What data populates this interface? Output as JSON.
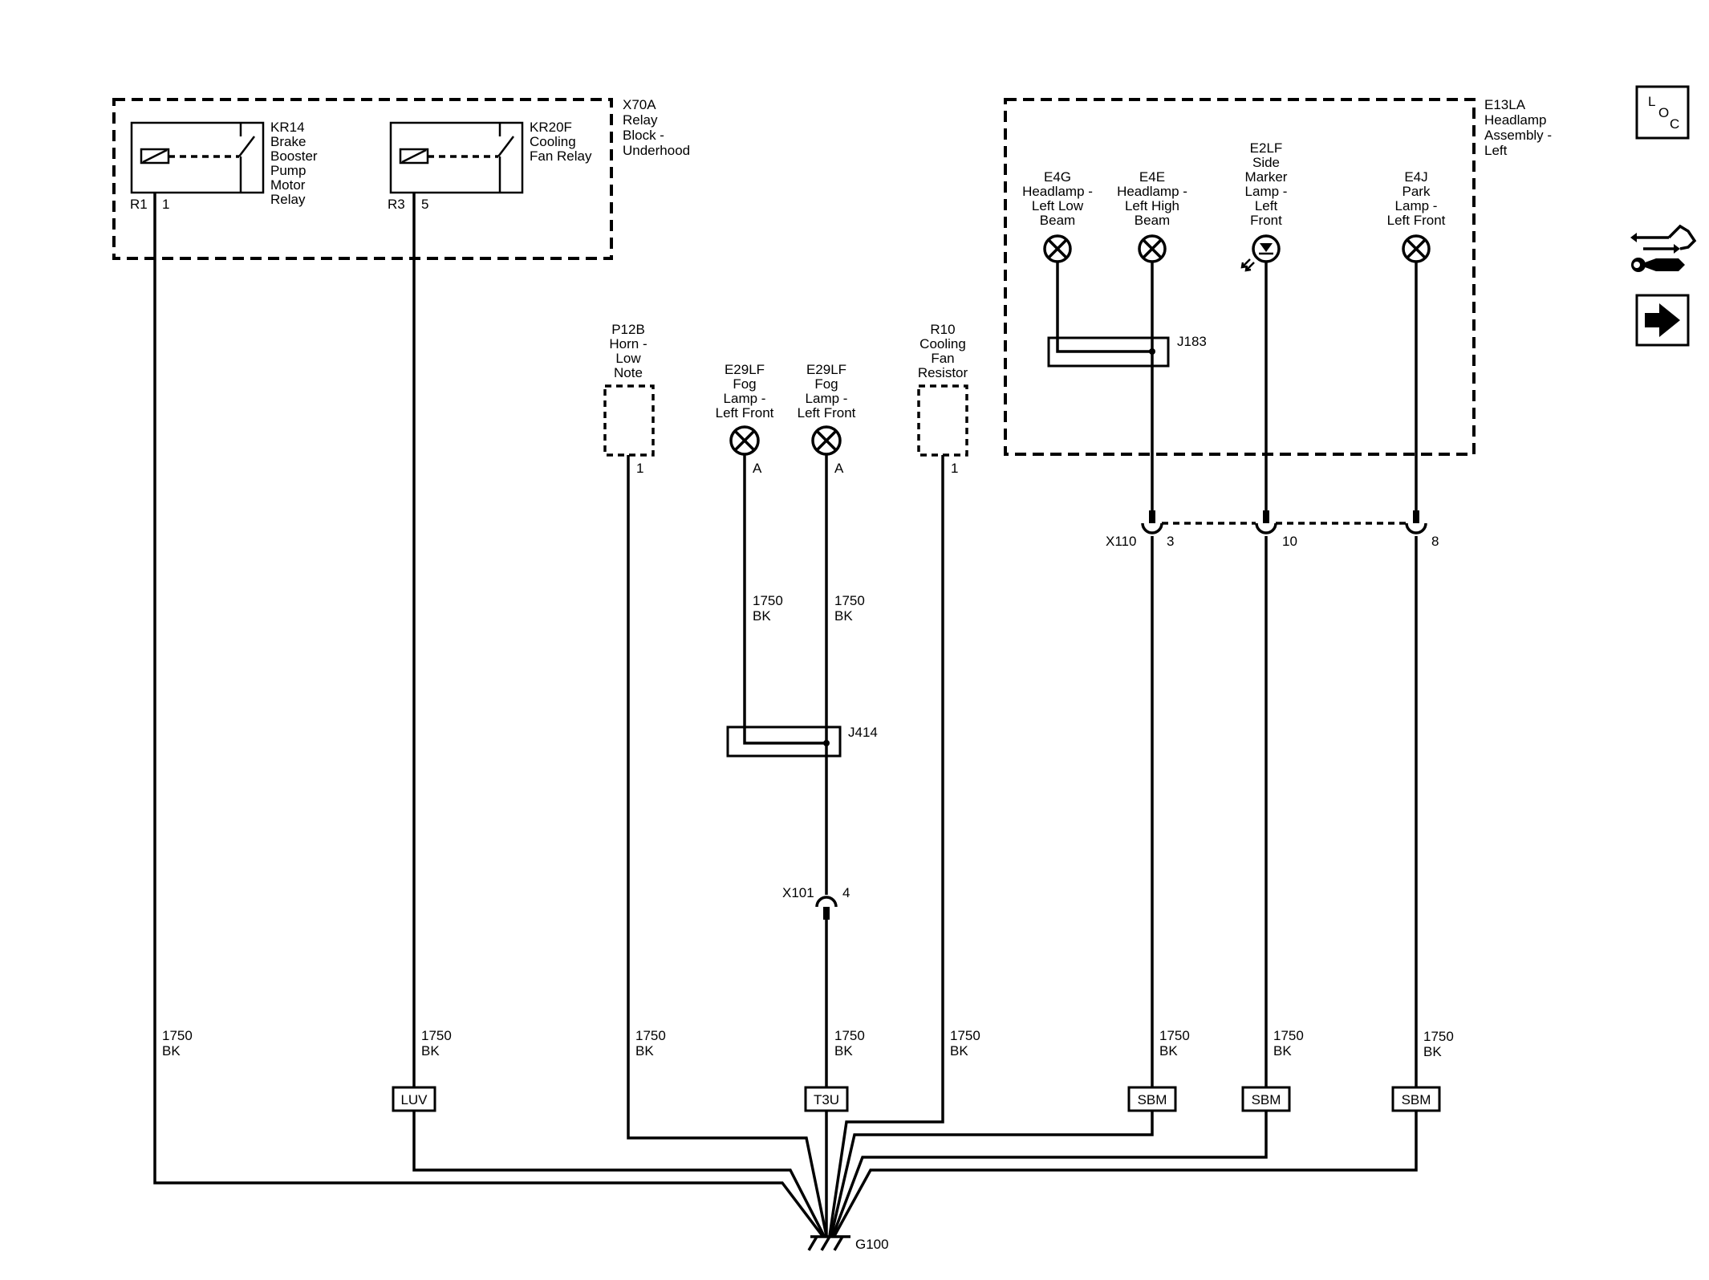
{
  "x70a": {
    "lines": [
      "X70A",
      "Relay",
      "Block -",
      "Underhood"
    ],
    "kr14": {
      "lines": [
        "KR14",
        "Brake",
        "Booster",
        "Pump",
        "Motor",
        "Relay"
      ],
      "cavity": "R1",
      "pin": "1"
    },
    "kr20f": {
      "lines": [
        "KR20F",
        "Cooling",
        "Fan Relay"
      ],
      "cavity": "R3",
      "pin": "5"
    }
  },
  "e13la": {
    "lines": [
      "E13LA",
      "Headlamp",
      "Assembly -",
      "Left"
    ],
    "e4g": [
      "E4G",
      "Headlamp -",
      "Left Low",
      "Beam"
    ],
    "e4e": [
      "E4E",
      "Headlamp -",
      "Left High",
      "Beam"
    ],
    "e2lf": [
      "E2LF",
      "Side",
      "Marker",
      "Lamp -",
      "Left",
      "Front"
    ],
    "e4j": [
      "E4J",
      "Park",
      "Lamp -",
      "Left Front"
    ],
    "j183": "J183"
  },
  "p12b": {
    "lines": [
      "P12B",
      "Horn -",
      "Low",
      "Note"
    ],
    "pin": "1"
  },
  "r10": {
    "lines": [
      "R10",
      "Cooling",
      "Fan",
      "Resistor"
    ],
    "pin": "1"
  },
  "fog1": {
    "lines": [
      "E29LF",
      "Fog",
      "Lamp -",
      "Left Front"
    ],
    "pin": "A"
  },
  "fog2": {
    "lines": [
      "E29LF",
      "Fog",
      "Lamp -",
      "Left Front"
    ],
    "pin": "A"
  },
  "j414": "J414",
  "x101": {
    "name": "X101",
    "pin": "4"
  },
  "x110": {
    "name": "X110",
    "pins": [
      "3",
      "10",
      "8"
    ]
  },
  "wire": {
    "size": "1750",
    "color": "BK"
  },
  "tags": {
    "luv": "LUV",
    "t3u": "T3U",
    "sbm": "SBM"
  },
  "ground": "G100",
  "loc_icon": {
    "letters": [
      "L",
      "O",
      "C"
    ]
  },
  "icons": [
    "loc-icon",
    "connector-tool-icon",
    "next-arrow-icon"
  ]
}
